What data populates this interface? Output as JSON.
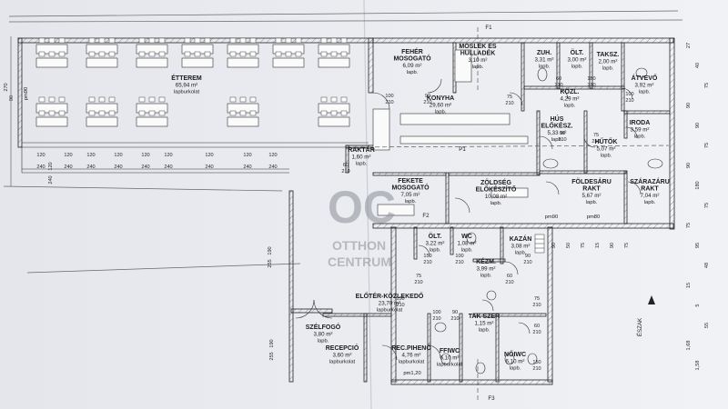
{
  "floor_plan": {
    "rooms": [
      {
        "id": "etterem",
        "name": "ÉTTEREM",
        "area": "65,94 m²",
        "floor": "lapburkolat"
      },
      {
        "id": "feher",
        "name": "FEHÉR MOSOGATÓ",
        "area": "6,09 m²",
        "floor": "lapb."
      },
      {
        "id": "moslek",
        "name": "MOSLÉK ÉS HULLADÉK",
        "area": "3,10 m²",
        "floor": "lapb."
      },
      {
        "id": "konyha",
        "name": "KONYHA",
        "area": "29,60 m²",
        "floor": "lapb."
      },
      {
        "id": "zuh",
        "name": "ZUH.",
        "area": "3,31 m²",
        "floor": "lapb."
      },
      {
        "id": "olt1",
        "name": "ÖLT.",
        "area": "3,00 m²",
        "floor": "lapb."
      },
      {
        "id": "taksz",
        "name": "TAKSZ.",
        "area": "2,00 m²",
        "floor": "lapb."
      },
      {
        "id": "atvevo",
        "name": "ÁTVEVŐ",
        "area": "3,92 m²",
        "floor": "lapb."
      },
      {
        "id": "kozl",
        "name": "KÖZL.",
        "area": "4,29 m²",
        "floor": "lapb."
      },
      {
        "id": "iroda",
        "name": "IRODA",
        "area": "3,59 m²",
        "floor": "lapb."
      },
      {
        "id": "hus",
        "name": "HÚS ELŐKÉSZ.",
        "area": "5,33 m²",
        "floor": "lapb."
      },
      {
        "id": "hutok",
        "name": "HŰTŐK",
        "area": "5,07 m²",
        "floor": "lapb."
      },
      {
        "id": "raktar",
        "name": "RAKTÁR",
        "area": "1,60 m²",
        "floor": "lapb."
      },
      {
        "id": "fekete",
        "name": "FEKETE MOSOGATÓ",
        "area": "7,05 m²",
        "floor": "lapb."
      },
      {
        "id": "zoldseg",
        "name": "ZÖLDSÉG ELŐKÉSZÍTŐ",
        "area": "10,08 m²",
        "floor": "lapb."
      },
      {
        "id": "foldes",
        "name": "FÖLDESÁRU RAKT",
        "area": "5,67 m²",
        "floor": "lapb."
      },
      {
        "id": "szaraz",
        "name": "SZÁRAZÁRU RAKT",
        "area": "7,04 m²",
        "floor": "lapb."
      },
      {
        "id": "olt2",
        "name": "ÖLT.",
        "area": "3,22 m²",
        "floor": "lapb."
      },
      {
        "id": "wc",
        "name": "WC",
        "area": "1,08 m²",
        "floor": "lapb."
      },
      {
        "id": "kazan",
        "name": "KAZÁN",
        "area": "3,08 m²",
        "floor": "lapb."
      },
      {
        "id": "kezm",
        "name": "KÉZM.",
        "area": "3,99 m²",
        "floor": "lapb."
      },
      {
        "id": "eloter",
        "name": "ELŐTÉR-KÖZLEKEDŐ",
        "area": "23,70 m²",
        "floor": "lapburkolat"
      },
      {
        "id": "szelfogo",
        "name": "SZÉLFOGÓ",
        "area": "3,80 m²",
        "floor": "lapb."
      },
      {
        "id": "takszer",
        "name": "TAK SZER",
        "area": "1,15 m²",
        "floor": "lapb."
      },
      {
        "id": "recepcio",
        "name": "RECEPCIÓ",
        "area": "3,60 m²",
        "floor": "lapburkolat"
      },
      {
        "id": "recpiheno",
        "name": "REC.PIHENŐ",
        "area": "4,76 m²",
        "floor": "lapburkolat"
      },
      {
        "id": "ffiwc",
        "name": "FFIWC",
        "area": "6,10 m²",
        "floor": "lapburkolat"
      },
      {
        "id": "noiwc",
        "name": "NŐIWC",
        "area": "6,10 m²",
        "floor": "lapb."
      }
    ],
    "marks": [
      "F1",
      "P1",
      "F2",
      "F3",
      "pm90",
      "pm80",
      "pm1,20"
    ],
    "orientation": "ÉSZAK",
    "dims_left": [
      "270",
      "90",
      "120",
      "240",
      "190",
      "255",
      "190",
      "255"
    ],
    "dims_door_w": [
      "100",
      "90",
      "75",
      "60",
      "150"
    ],
    "dims_door_h": "210",
    "dims_right": [
      "27",
      "40",
      "75",
      "90",
      "90",
      "75",
      "90",
      "180",
      "75",
      "75",
      "95",
      "48",
      "15",
      "5",
      "55",
      "1,68",
      "1,58"
    ],
    "dims_bottom_mid": [
      "90",
      "50",
      "75",
      "15",
      "90",
      "75"
    ],
    "watermark": {
      "line1": "OC",
      "line2": "OTTHON",
      "line3": "CENTRUM"
    }
  }
}
